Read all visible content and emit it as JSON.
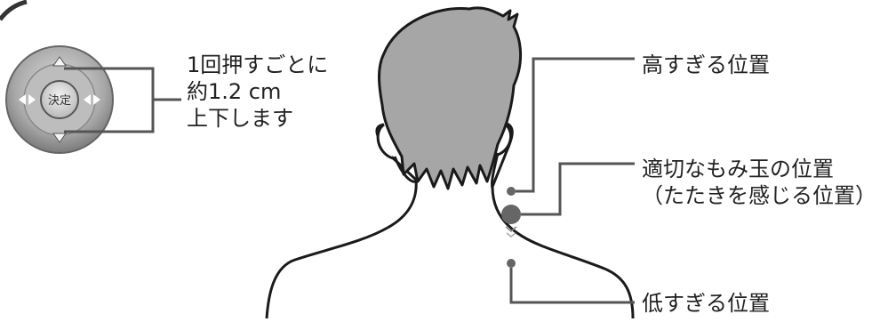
{
  "remote": {
    "center_button_label": "決定",
    "step_text": [
      "1回押すごとに",
      "約1.2 cm",
      "上下します"
    ]
  },
  "positions": {
    "too_high": "高すぎる位置",
    "proper_line1": "適切なもみ玉の位置",
    "proper_line2": "（たたきを感じる位置）",
    "too_low": "低すぎる位置"
  },
  "colors": {
    "hair": "#a6a6a6",
    "outline": "#1a1a1a",
    "leader_line": "#555555",
    "dot": "#666666",
    "ring_outer": "#9a9a9a",
    "ring_inner": "#d0d0d0"
  }
}
